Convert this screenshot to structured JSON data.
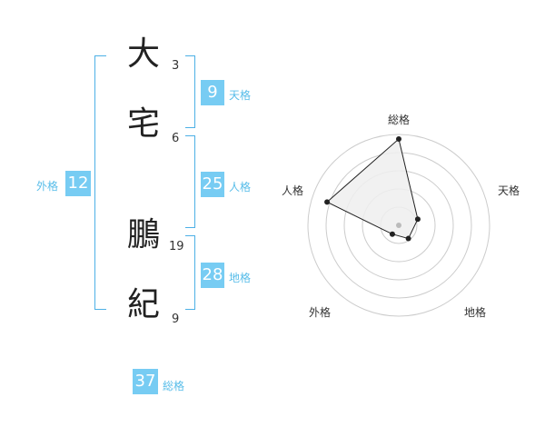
{
  "name": {
    "characters": [
      {
        "char": "大",
        "strokes": "3"
      },
      {
        "char": "宅",
        "strokes": "6"
      },
      {
        "char": "鵬",
        "strokes": "19"
      },
      {
        "char": "紀",
        "strokes": "9"
      }
    ]
  },
  "fortune": {
    "tenkaku": {
      "value": "9",
      "label": "天格"
    },
    "jinkaku": {
      "value": "25",
      "label": "人格"
    },
    "chikaku": {
      "value": "28",
      "label": "地格"
    },
    "gaikaku": {
      "value": "12",
      "label": "外格"
    },
    "soukaku": {
      "value": "37",
      "label": "総格"
    }
  },
  "radar": {
    "axes": [
      "総格",
      "天格",
      "地格",
      "外格",
      "人格"
    ],
    "levels": 5,
    "values": [
      0.95,
      0.22,
      0.18,
      0.12,
      0.83
    ],
    "colors": {
      "ring": "#cccccc",
      "fill": "#eeeeee",
      "stroke": "#222222",
      "point": "#222222",
      "center": "#bbbbbb"
    }
  }
}
